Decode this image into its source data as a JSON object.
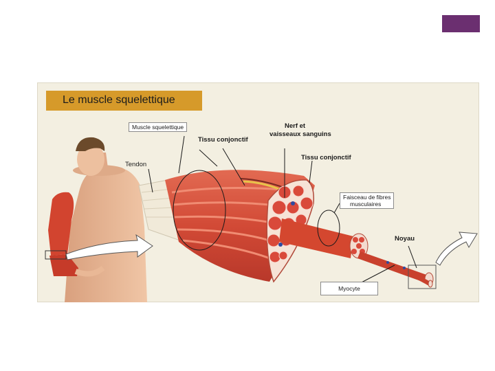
{
  "slide": {
    "accent_color": "#6b2f70"
  },
  "figure": {
    "title": "Le muscle squelettique",
    "title_bg": "#d69a2a",
    "labels": {
      "muscle_squelettique": "Muscle squelettique",
      "tendon": "Tendon",
      "tissu_conjonctif_1": "Tissu conjonctif",
      "nerf_line1": "Nerf et",
      "nerf_line2": "vaisseaux sanguins",
      "tissu_conjonctif_2": "Tissu conjonctif",
      "faisceau_line1": "Faisceau de fibres",
      "faisceau_line2": "musculaires",
      "noyau": "Noyau",
      "myocyte": "Myocyte"
    },
    "colors": {
      "muscle": "#d8533f",
      "muscle_light": "#ec8a72",
      "tendon": "#f1ead9",
      "skin": "#e9ba99"
    }
  }
}
